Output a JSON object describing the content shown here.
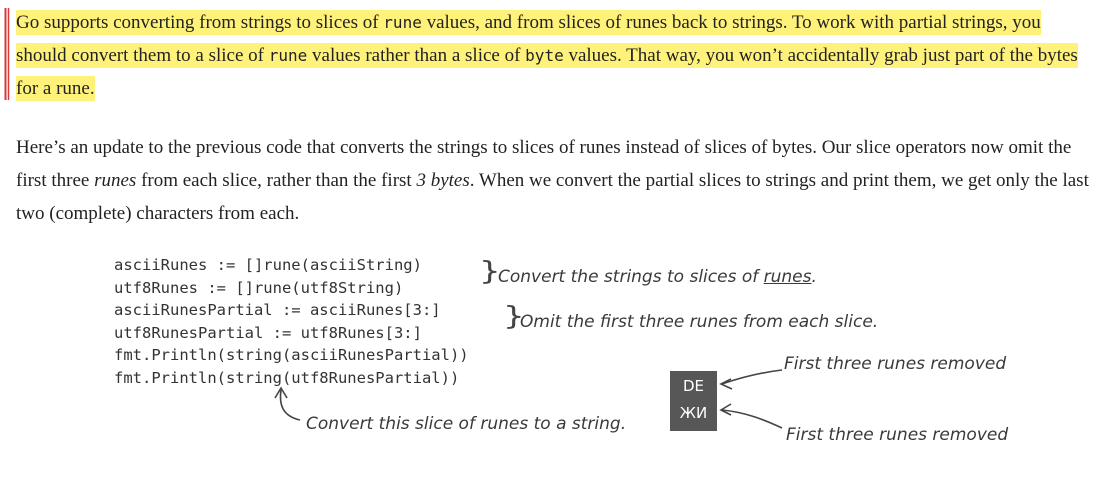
{
  "para1": {
    "t1": "Go supports converting from strings to slices of ",
    "c1": "rune",
    "t2": " values, and from slices of runes back to strings. To work with partial strings, you should convert them to a slice of ",
    "c2": "rune",
    "t3": " values rather than a slice of ",
    "c3": "byte",
    "t4": " values. That way, you won’t accidentally grab just part of the bytes for a rune."
  },
  "para2": {
    "t1": "Here’s an update to the previous code that converts the strings to slices of runes instead of slices of bytes. Our slice operators now omit the first three ",
    "e1": "runes",
    "t2": " from each slice, rather than the first ",
    "e2": "3 bytes",
    "t3": ". When we convert the partial slices to strings and print them, we get only the last two (complete) characters from each."
  },
  "code": {
    "lines": [
      "asciiRunes := []rune(asciiString)",
      "utf8Runes := []rune(utf8String)",
      "asciiRunesPartial := asciiRunes[3:]",
      "utf8RunesPartial := utf8Runes[3:]",
      "fmt.Println(string(asciiRunesPartial))",
      "fmt.Println(string(utf8RunesPartial))"
    ]
  },
  "annotations": {
    "convert_prefix": "Convert the strings to slices of ",
    "convert_runes": "runes",
    "convert_suffix": ".",
    "omit": "Omit the first three runes from each slice.",
    "to_string": "Convert this slice of runes to a string.",
    "removed_1": "First three runes removed",
    "removed_2": "First three runes removed"
  },
  "output": {
    "line1": "DE",
    "line2": "ЖИ"
  },
  "colors": {
    "highlight": "#fff27a",
    "margin_mark": "#d63a3a",
    "output_bg": "#575757"
  }
}
